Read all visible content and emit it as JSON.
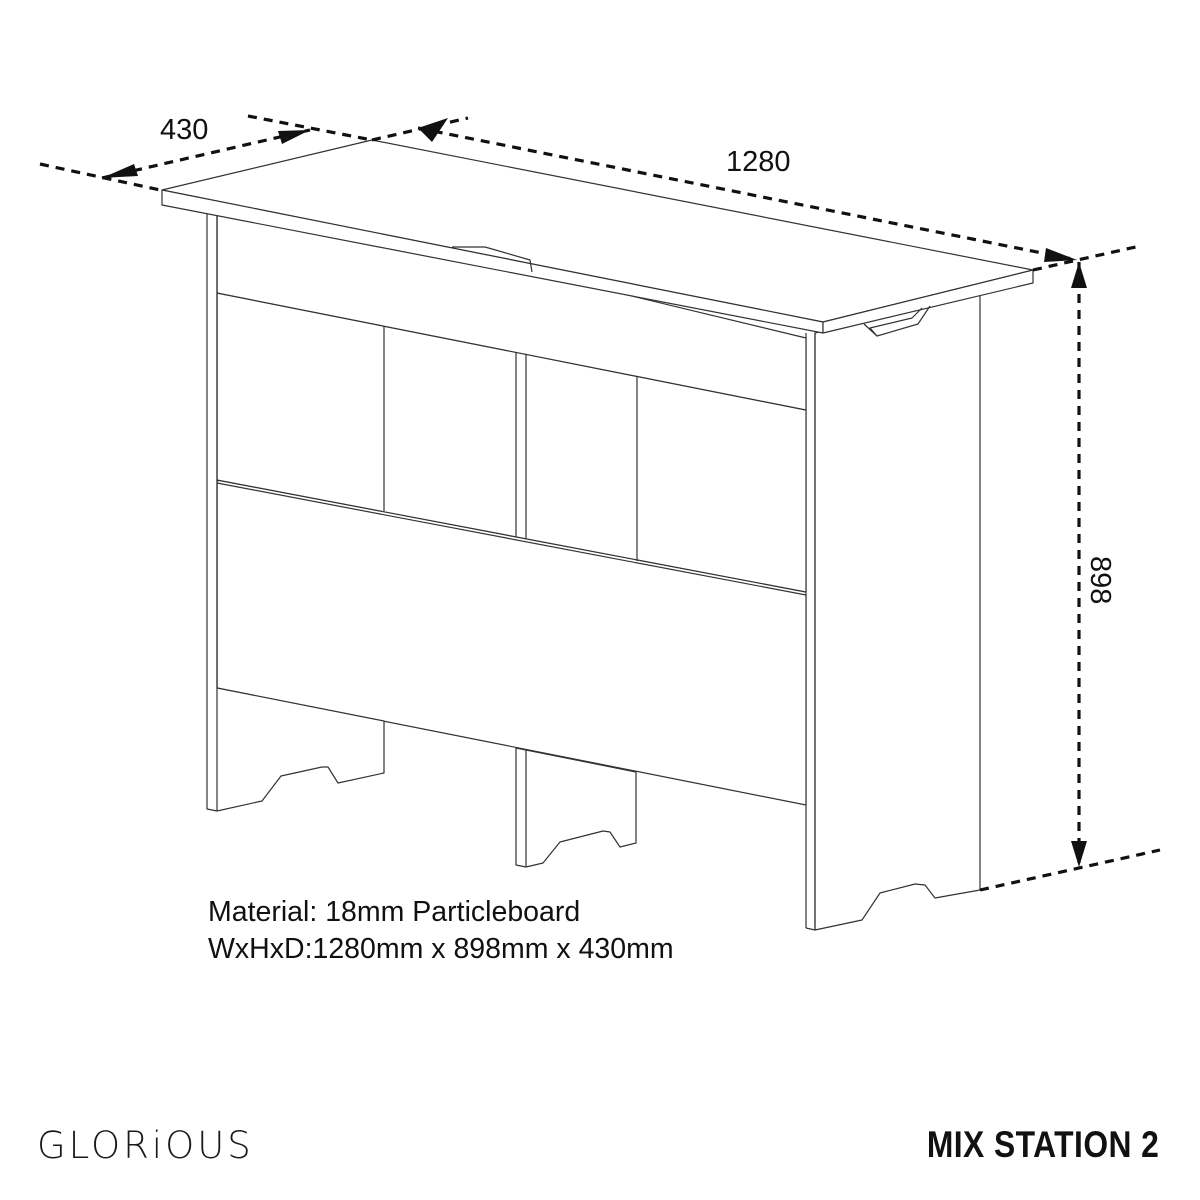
{
  "product": {
    "brand": "GLORiOUS",
    "name": "MIX STATION 2"
  },
  "dimensions": {
    "depth_label": "430",
    "width_label": "1280",
    "height_label": "898"
  },
  "specs": {
    "material": "Material: 18mm Particleboard",
    "whd": "WxHxD:1280mm x 898mm x 430mm"
  },
  "colors": {
    "line": "#333333",
    "dimension": "#111111",
    "background": "#ffffff"
  }
}
